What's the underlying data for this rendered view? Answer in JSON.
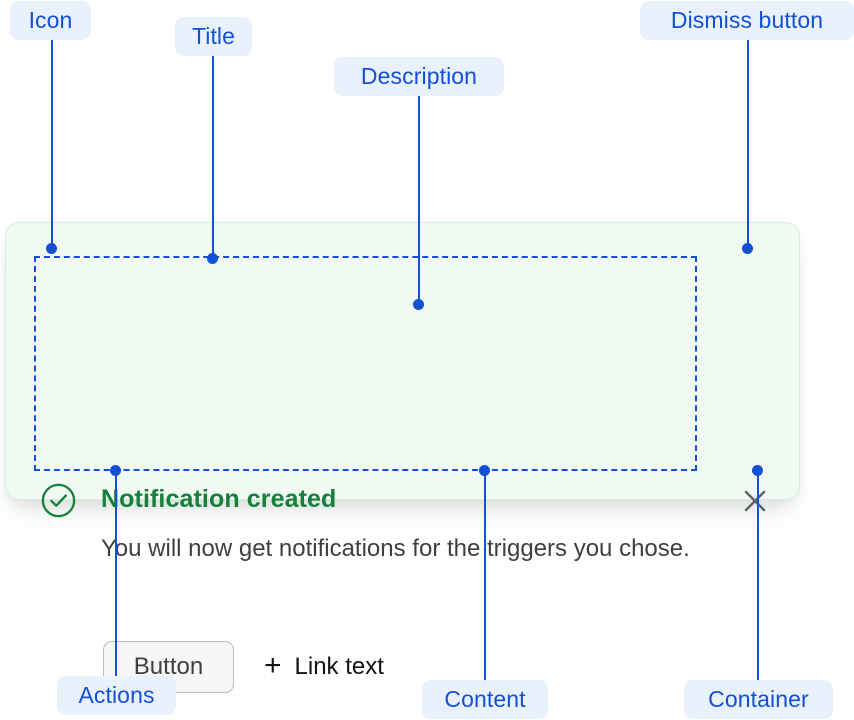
{
  "annotations": [
    {
      "id": "icon",
      "label": "Icon"
    },
    {
      "id": "title",
      "label": "Title"
    },
    {
      "id": "description",
      "label": "Description"
    },
    {
      "id": "dismiss-button",
      "label": "Dismiss button"
    },
    {
      "id": "actions",
      "label": "Actions"
    },
    {
      "id": "content",
      "label": "Content"
    },
    {
      "id": "container",
      "label": "Container"
    }
  ],
  "notification": {
    "status": "success",
    "icon": "check-circle-icon",
    "title": "Notification created",
    "description": "You will now get notifications for the triggers you chose.",
    "dismiss_icon": "close-icon",
    "actions": {
      "button_label": "Button",
      "link_plus_glyph": "+",
      "link_label": "Link text"
    }
  },
  "colors": {
    "annotation_blue": "#1350d4",
    "annotation_pill_bg": "#e9f1fd",
    "success_green": "#16803b",
    "card_bg": "#f1f9f3",
    "card_border": "#d7ecdc",
    "body_text": "#3c4043",
    "button_bg": "#f6f6f6",
    "button_border": "#b9bcc0",
    "dismiss_gray": "#5f6368"
  }
}
